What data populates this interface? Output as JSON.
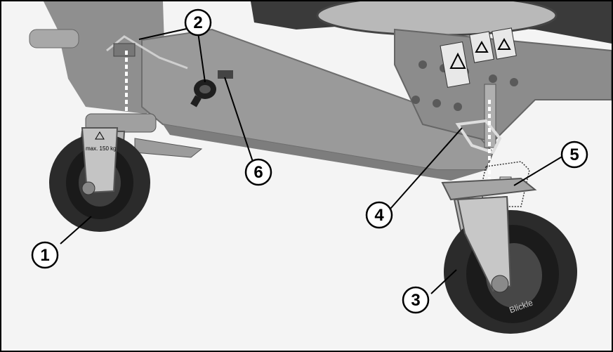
{
  "figure": {
    "callouts": [
      {
        "id": "1",
        "label": "1"
      },
      {
        "id": "2",
        "label": "2"
      },
      {
        "id": "3",
        "label": "3"
      },
      {
        "id": "4",
        "label": "4"
      },
      {
        "id": "5",
        "label": "5"
      },
      {
        "id": "6",
        "label": "6"
      }
    ],
    "wheel_decal": "max. 150 kg",
    "tire_text": "Blickle",
    "colors": {
      "callout_fill": "#ffffff",
      "callout_stroke": "#000000",
      "frame_metal": "#9a9a9a",
      "tire": "#2b2b2b",
      "guide_line": "#ffffff"
    }
  }
}
